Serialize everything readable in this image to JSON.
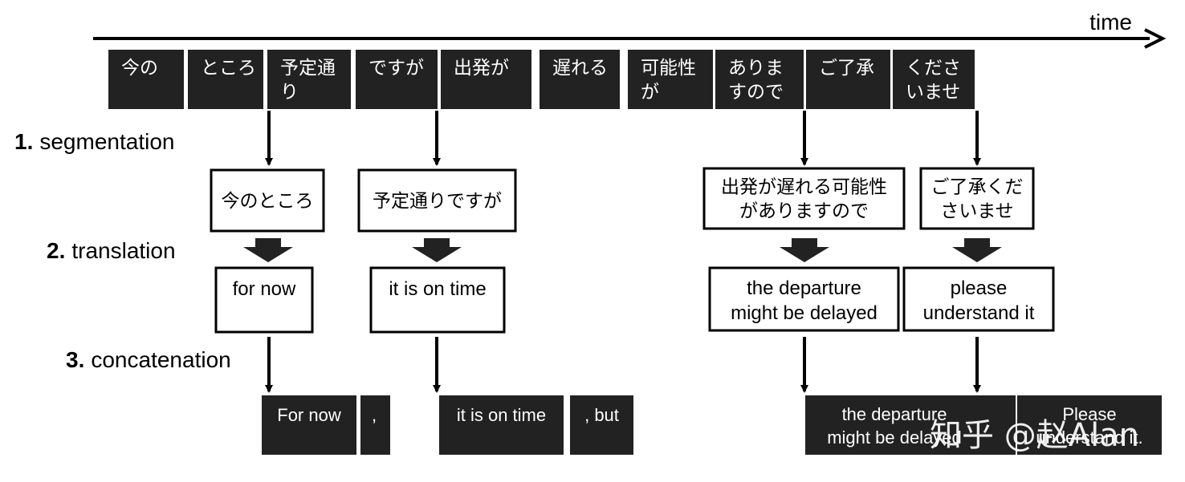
{
  "timeline": {
    "label": "time"
  },
  "tokens": [
    [
      "今の"
    ],
    [
      "ところ"
    ],
    [
      "予定通",
      "り"
    ],
    [
      "ですが"
    ],
    [
      "出発が"
    ],
    [
      "遅れる"
    ],
    [
      "可能性",
      "が"
    ],
    [
      "ありま",
      "すので"
    ],
    [
      "ご了承"
    ],
    [
      "くださ",
      "いませ"
    ]
  ],
  "steps": [
    {
      "num": "1.",
      "label": "segmentation"
    },
    {
      "num": "2.",
      "label": "translation"
    },
    {
      "num": "3.",
      "label": "concatenation"
    }
  ],
  "segments": [
    [
      "今のところ"
    ],
    [
      "予定通りですが"
    ],
    [
      "出発が遅れる可能性",
      "がありますので"
    ],
    [
      "ご了承くだ",
      "さいませ"
    ]
  ],
  "translations": [
    [
      "for now"
    ],
    [
      "it is on time"
    ],
    [
      "the departure",
      "might be delayed"
    ],
    [
      "please",
      "understand it"
    ]
  ],
  "output": [
    [
      "For now"
    ],
    [
      ","
    ],
    [
      "it is on time"
    ],
    [
      ", but"
    ],
    [
      "the departure",
      "might be delayed"
    ],
    [
      "Please",
      "understand it."
    ]
  ],
  "watermark": "知乎 @赵Alan"
}
